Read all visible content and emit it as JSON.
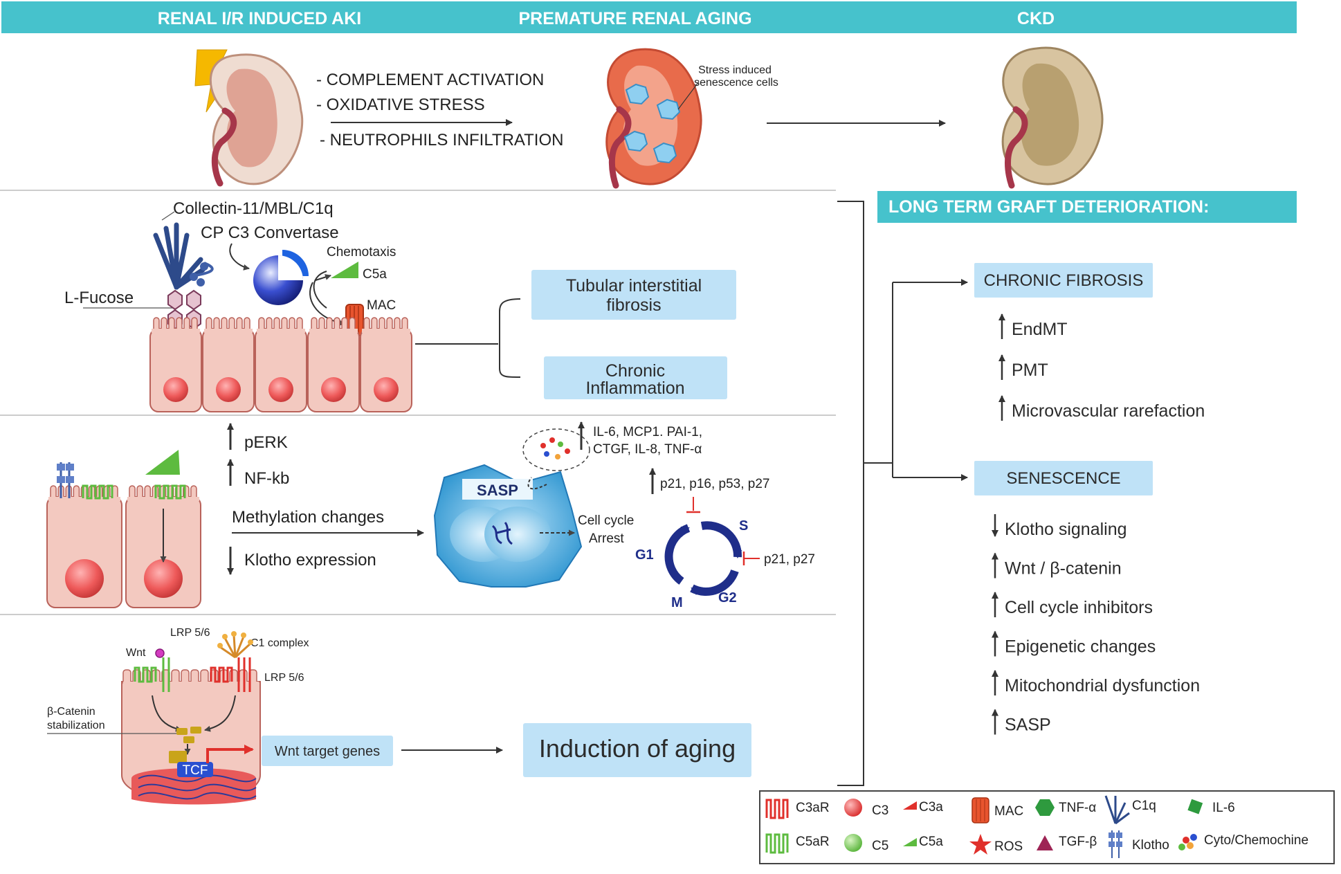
{
  "header": {
    "col1": "RENAL I/R INDUCED AKI",
    "col2": "PREMATURE RENAL AGING",
    "col3": "CKD",
    "color": "#46c2cc"
  },
  "top": {
    "mech": [
      "- COMPLEMENT ACTIVATION",
      "- OXIDATIVE STRESS",
      "- NEUTROPHILS INFILTRATION"
    ],
    "senescence_note": [
      "Stress induced",
      "senescence cells"
    ]
  },
  "panel1": {
    "collectin": "Collectin-11/MBL/C1q",
    "convertase": "CP C3 Convertase",
    "fucose": "L-Fucose",
    "chemotaxis": "Chemotaxis",
    "c5a": "C5a",
    "mac": "MAC",
    "box1": [
      "Tubular interstitial",
      "fibrosis"
    ],
    "box2": [
      "Chronic",
      "Inflammation"
    ]
  },
  "panel2": {
    "perk": "pERK",
    "nfkb": "NF-kb",
    "methylation": "Methylation changes",
    "klotho": "Klotho expression",
    "sasp": "SASP",
    "cytokines": [
      "IL-6, MCP1. PAI-1,",
      "CTGF, IL-8, TNF-α"
    ],
    "cdki_top": "p21, p16, p53, p27",
    "cdki_side": "p21, p27",
    "arrest": [
      "Cell cycle",
      "Arrest"
    ],
    "phases": {
      "s": "S",
      "g1": "G1",
      "g2": "G2",
      "m": "M"
    }
  },
  "panel3": {
    "lrp_a": "LRP 5/6",
    "wnt": "Wnt",
    "c1complex": "C1 complex",
    "lrp_b": "LRP 5/6",
    "catenin": [
      "β-Catenin",
      "stabilization"
    ],
    "tcf": "TCF",
    "target": "Wnt target genes",
    "aging": "Induction of aging"
  },
  "right": {
    "title": "LONG TERM GRAFT DETERIORATION:",
    "fibrosis": "CHRONIC FIBROSIS",
    "fibrosis_items": [
      "EndMT",
      "PMT",
      "Microvascular rarefaction"
    ],
    "senescence": "SENESCENCE",
    "senescence_items": [
      {
        "dir": "down",
        "text": "Klotho signaling"
      },
      {
        "dir": "up",
        "text": "Wnt / β-catenin"
      },
      {
        "dir": "up",
        "text": "Cell cycle inhibitors"
      },
      {
        "dir": "up",
        "text": "Epigenetic changes"
      },
      {
        "dir": "up",
        "text": "Mitochondrial dysfunction"
      },
      {
        "dir": "up",
        "text": "SASP"
      }
    ]
  },
  "legend": {
    "c3ar": "C3aR",
    "c3": "C3",
    "c3a": "C3a",
    "mac": "MAC",
    "tnf": "TNF-α",
    "c1q": "C1q",
    "il6": "IL-6",
    "c5ar": "C5aR",
    "c5": "C5",
    "c5a": "C5a",
    "ros": "ROS",
    "tgf": "TGF-β",
    "klotho": "Klotho",
    "cyto": "Cyto/Chemochine"
  },
  "colors": {
    "teal": "#46c2cc",
    "box": "#bfe2f7",
    "navy": "#1f2e8a",
    "green": "#5dbb3f",
    "red": "#e0302b"
  }
}
